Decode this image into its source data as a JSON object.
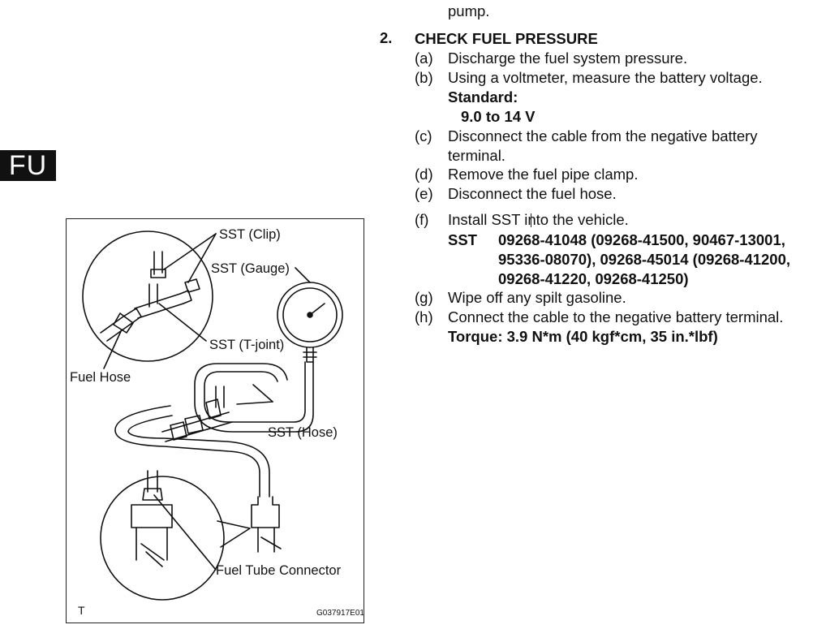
{
  "section_tab": "FU",
  "prev_fragment": "pump.",
  "step": {
    "number": "2.",
    "title": "CHECK FUEL PRESSURE",
    "items": [
      {
        "letter": "(a)",
        "text": "Discharge the fuel system pressure."
      },
      {
        "letter": "(b)",
        "text": "Using a voltmeter, measure the battery voltage."
      },
      {
        "letter": "(c)",
        "text_line1": "Disconnect the cable from the negative battery",
        "text_line2": "terminal."
      },
      {
        "letter": "(d)",
        "text": "Remove the fuel pipe clamp."
      },
      {
        "letter": "(e)",
        "text": "Disconnect the fuel hose."
      },
      {
        "letter": "(f)",
        "text": "Install SST into the vehicle."
      },
      {
        "letter": "(g)",
        "text": "Wipe off any spilt gasoline."
      },
      {
        "letter": "(h)",
        "text": "Connect the cable to the negative battery terminal."
      }
    ],
    "standard_label": "Standard:",
    "standard_value": "9.0 to 14 V",
    "sst_label": "SST",
    "sst_line1": "09268-41048 (09268-41500, 90467-13001,",
    "sst_line2": "95336-08070), 09268-45014 (09268-41200,",
    "sst_line3": "09268-41220, 09268-41250)",
    "torque": "Torque: 3.9 N*m (40 kgf*cm, 35 in.*lbf)"
  },
  "figure": {
    "labels": {
      "clip": "SST (Clip)",
      "gauge": "SST (Gauge)",
      "tjoint": "SST (T-joint)",
      "fuel_hose": "Fuel Hose",
      "hose": "SST (Hose)",
      "connector": "Fuel Tube Connector"
    },
    "corner_mark": "T",
    "figure_code": "G037917E01"
  }
}
